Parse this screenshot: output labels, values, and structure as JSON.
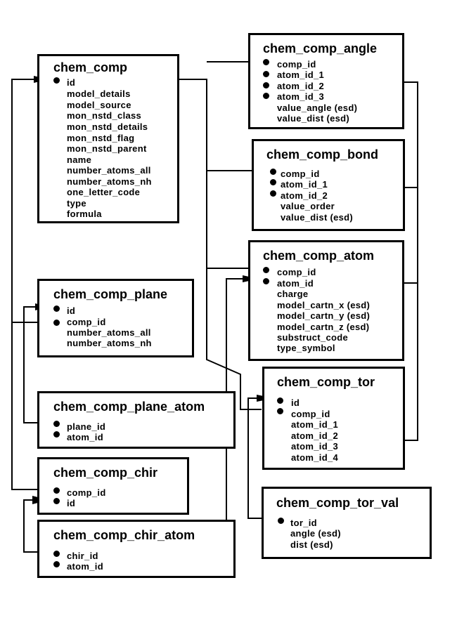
{
  "diagram_title": "chem_comp category relationships",
  "colors": {
    "line": "#000000",
    "background": "#ffffff"
  },
  "entities": {
    "chem_comp": {
      "title": "chem_comp",
      "attributes": [
        "id",
        "model_details",
        "model_source",
        "mon_nstd_class",
        "mon_nstd_details",
        "mon_nstd_flag",
        "mon_nstd_parent",
        "name",
        "number_atoms_all",
        "number_atoms_nh",
        "one_letter_code",
        "type",
        "formula"
      ],
      "keys": [
        "id"
      ]
    },
    "chem_comp_angle": {
      "title": "chem_comp_angle",
      "attributes": [
        "comp_id",
        "atom_id_1",
        "atom_id_2",
        "atom_id_3",
        "value_angle (esd)",
        "value_dist (esd)"
      ],
      "keys": [
        "comp_id",
        "atom_id_1",
        "atom_id_2",
        "atom_id_3"
      ]
    },
    "chem_comp_bond": {
      "title": "chem_comp_bond",
      "attributes": [
        "comp_id",
        "atom_id_1",
        "atom_id_2",
        "value_order",
        "value_dist (esd)"
      ],
      "keys": [
        "comp_id",
        "atom_id_1",
        "atom_id_2"
      ]
    },
    "chem_comp_atom": {
      "title": "chem_comp_atom",
      "attributes": [
        "comp_id",
        "atom_id",
        "charge",
        "model_cartn_x (esd)",
        "model_cartn_y (esd)",
        "model_cartn_z (esd)",
        "substruct_code",
        "type_symbol"
      ],
      "keys": [
        "comp_id",
        "atom_id"
      ]
    },
    "chem_comp_plane": {
      "title": "chem_comp_plane",
      "attributes": [
        "id",
        "comp_id",
        "number_atoms_all",
        "number_atoms_nh"
      ],
      "keys": [
        "id",
        "comp_id"
      ]
    },
    "chem_comp_tor": {
      "title": "chem_comp_tor",
      "attributes": [
        "id",
        "comp_id",
        "atom_id_1",
        "atom_id_2",
        "atom_id_3",
        "atom_id_4"
      ],
      "keys": [
        "id",
        "comp_id"
      ]
    },
    "chem_comp_plane_atom": {
      "title": "chem_comp_plane_atom",
      "attributes": [
        "plane_id",
        "atom_id"
      ],
      "keys": [
        "plane_id",
        "atom_id"
      ]
    },
    "chem_comp_chir": {
      "title": "chem_comp_chir",
      "attributes": [
        "comp_id",
        "id"
      ],
      "keys": [
        "comp_id",
        "id"
      ]
    },
    "chem_comp_tor_val": {
      "title": "chem_comp_tor_val",
      "attributes": [
        "tor_id",
        "angle (esd)",
        "dist (esd)"
      ],
      "keys": [
        "tor_id"
      ]
    },
    "chem_comp_chir_atom": {
      "title": "chem_comp_chir_atom",
      "attributes": [
        "chir_id",
        "atom_id"
      ],
      "keys": [
        "chir_id",
        "atom_id"
      ]
    }
  },
  "relationships": [
    {
      "from": "chem_comp_angle.comp_id",
      "to": "chem_comp.id"
    },
    {
      "from": "chem_comp_bond.comp_id",
      "to": "chem_comp.id"
    },
    {
      "from": "chem_comp_atom.comp_id",
      "to": "chem_comp.id"
    },
    {
      "from": "chem_comp_tor.comp_id",
      "to": "chem_comp.id"
    },
    {
      "from": "chem_comp_plane.comp_id",
      "to": "chem_comp.id"
    },
    {
      "from": "chem_comp_chir.comp_id",
      "to": "chem_comp.id"
    },
    {
      "from": "chem_comp_angle.atom_id_1-3",
      "to": "chem_comp_atom.atom_id"
    },
    {
      "from": "chem_comp_bond.atom_id_1-2",
      "to": "chem_comp_atom.atom_id"
    },
    {
      "from": "chem_comp_tor.atom_id_1-4",
      "to": "chem_comp_atom.atom_id"
    },
    {
      "from": "chem_comp_plane_atom.atom_id",
      "to": "chem_comp_atom.atom_id"
    },
    {
      "from": "chem_comp_chir_atom.atom_id",
      "to": "chem_comp_atom.atom_id"
    },
    {
      "from": "chem_comp_plane_atom.plane_id",
      "to": "chem_comp_plane.id"
    },
    {
      "from": "chem_comp_chir_atom.chir_id",
      "to": "chem_comp_chir.id"
    },
    {
      "from": "chem_comp_tor_val.tor_id",
      "to": "chem_comp_tor.id"
    }
  ]
}
